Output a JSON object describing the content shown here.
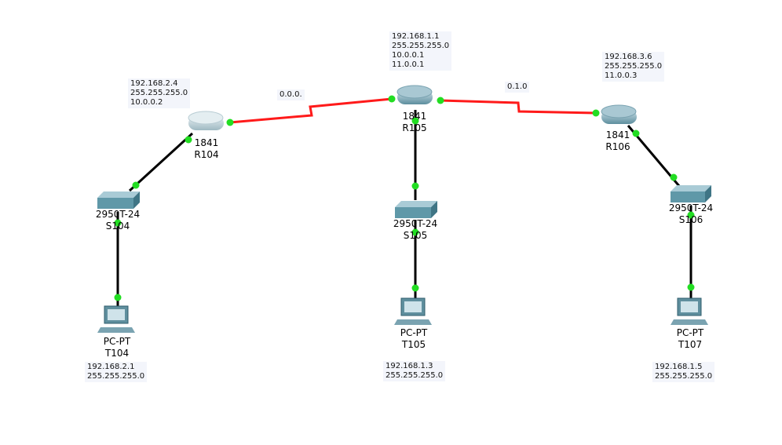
{
  "colors": {
    "serial": "#ff1a1a",
    "ethernet": "#000000",
    "port": "#22dd22"
  },
  "notes": {
    "r104": [
      "192.168.2.4",
      "255.255.255.0",
      "10.0.0.2"
    ],
    "r105": [
      "192.168.1.1",
      "255.255.255.0",
      "10.0.0.1",
      "11.0.0.1"
    ],
    "r106": [
      "192.168.3.6",
      "255.255.255.0",
      "11.0.0.3"
    ],
    "link_left": "0.0.0.",
    "link_right": "0.1.0",
    "t104": [
      "192.168.2.1",
      "255.255.255.0"
    ],
    "t105": [
      "192.168.1.3",
      "255.255.255.0"
    ],
    "t107": [
      "192.168.1.5",
      "255.255.255.0"
    ]
  },
  "devices": {
    "r104": {
      "model": "1841",
      "name": "R104"
    },
    "r105": {
      "model": "1841",
      "name": "R105"
    },
    "r106": {
      "model": "1841",
      "name": "R106"
    },
    "s104": {
      "model": "2950T-24",
      "name": "S104"
    },
    "s105": {
      "model": "2950T-24",
      "name": "S105"
    },
    "s106": {
      "model": "2950T-24",
      "name": "S106"
    },
    "t104": {
      "model": "PC-PT",
      "name": "T104"
    },
    "t105": {
      "model": "PC-PT",
      "name": "T105"
    },
    "t107": {
      "model": "PC-PT",
      "name": "T107"
    }
  }
}
